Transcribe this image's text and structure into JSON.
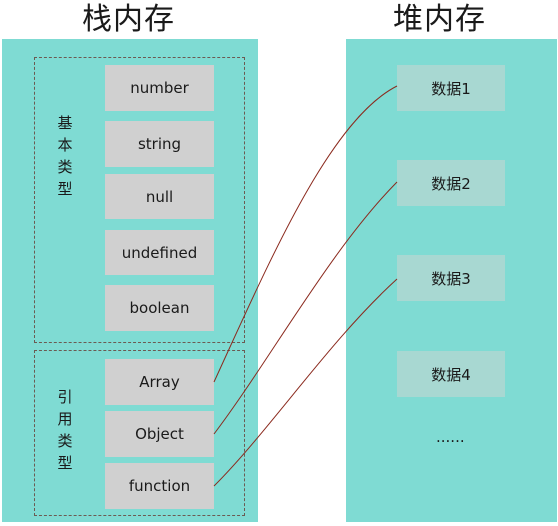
{
  "stack": {
    "title": "栈内存",
    "primitive_group_label": [
      "基",
      "本",
      "类",
      "型"
    ],
    "primitive_types": [
      "number",
      "string",
      "null",
      "undefined",
      "boolean"
    ],
    "reference_group_label": [
      "引",
      "用",
      "类",
      "型"
    ],
    "reference_types": [
      "Array",
      "Object",
      "function"
    ]
  },
  "heap": {
    "title": "堆内存",
    "items": [
      "数据1",
      "数据2",
      "数据3",
      "数据4"
    ],
    "ellipsis": "......"
  },
  "colors": {
    "panel": "#7fdbd3",
    "stack_box": "#d0d0d0",
    "heap_box": "#a8d8d2",
    "link_line": "#8b2a1e"
  }
}
